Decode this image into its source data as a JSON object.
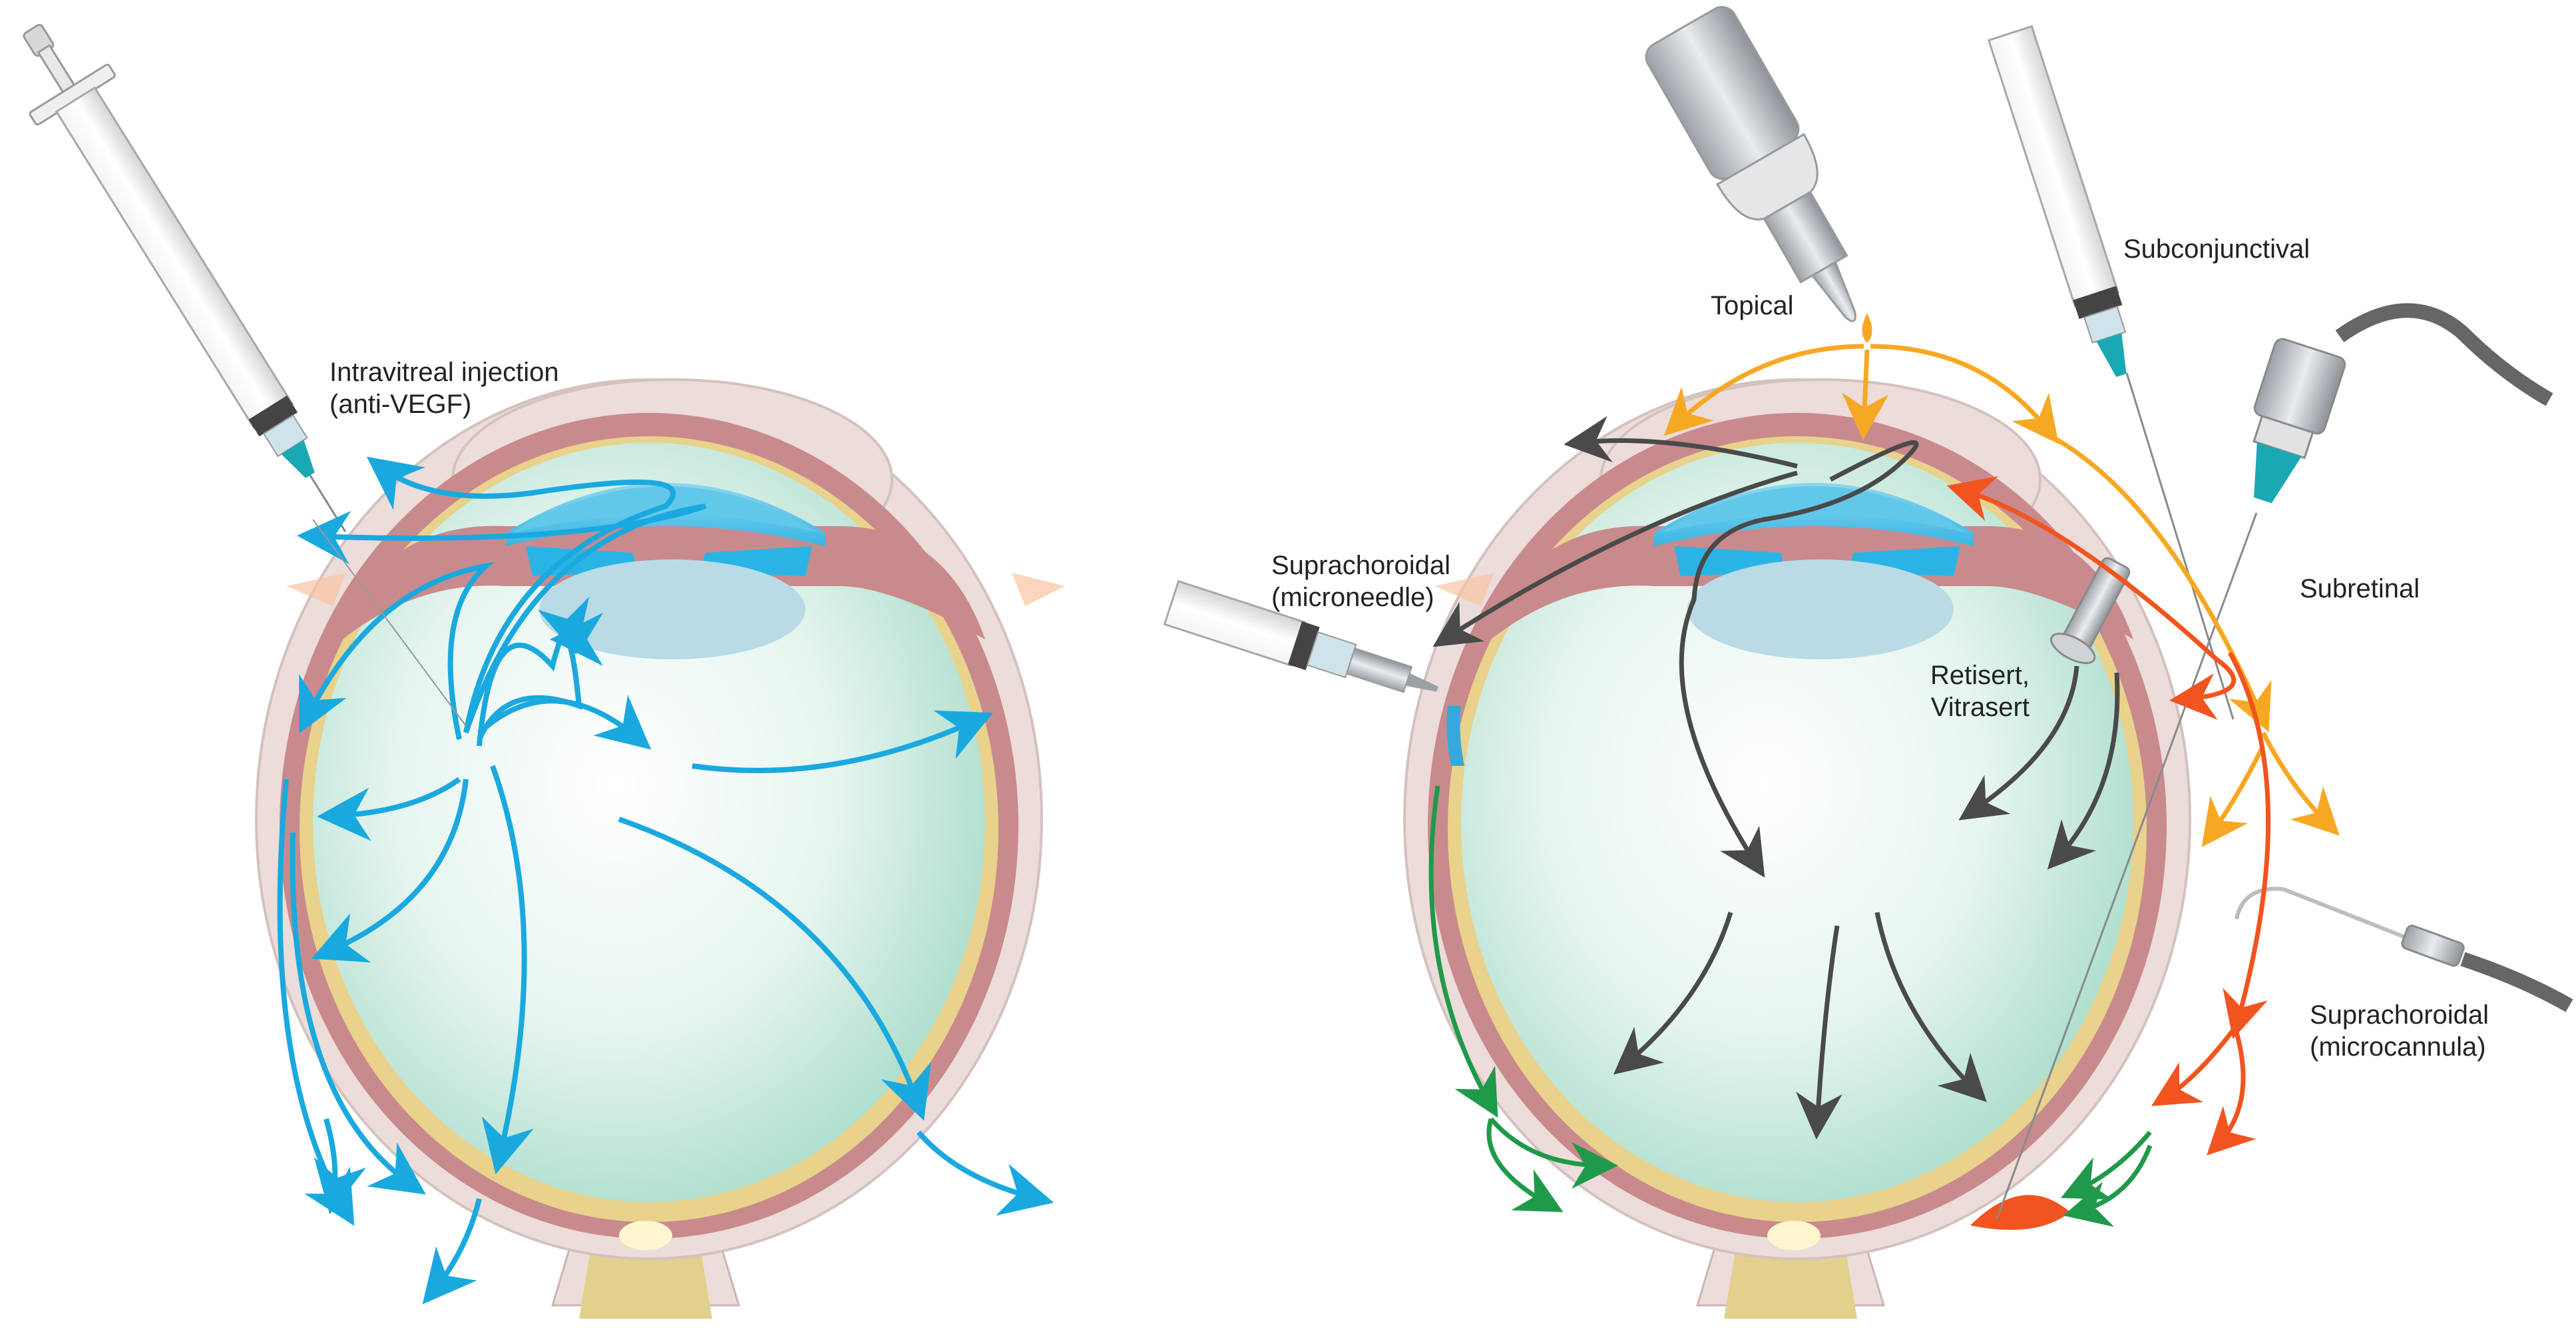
{
  "labels": {
    "intravitreal_line1": "Intravitreal injection",
    "intravitreal_line2": "(anti-VEGF)",
    "topical": "Topical",
    "subconjunctival": "Subconjunctival",
    "subretinal": "Subretinal",
    "suprachoroidal_micro_line1": "Suprachoroidal",
    "suprachoroidal_micro_line2": "(microneedle)",
    "retisert_line1": "Retisert,",
    "retisert_line2": "Vitrasert",
    "suprachoroidal_cannula_line1": "Suprachoroidal",
    "suprachoroidal_cannula_line2": "(microcannula)"
  },
  "colors": {
    "sclera": "#ecdcda",
    "choroid": "#c98a8d",
    "retina": "#e8d28c",
    "vitreous": "#bfe5d8",
    "cornea": "#5ec6e8",
    "lens": "#b9dbe6",
    "intravitreal_arrow": "#1aa9df",
    "topical_arrow": "#f7a823",
    "subretinal_arrow": "#f2541f",
    "suprachoroidal_arrow": "#1f9a4a",
    "implant_arrow": "#4a4a4a"
  },
  "icons": [
    "syringe-icon",
    "eye-dropper-icon",
    "microcannula-icon",
    "implant-icon"
  ]
}
